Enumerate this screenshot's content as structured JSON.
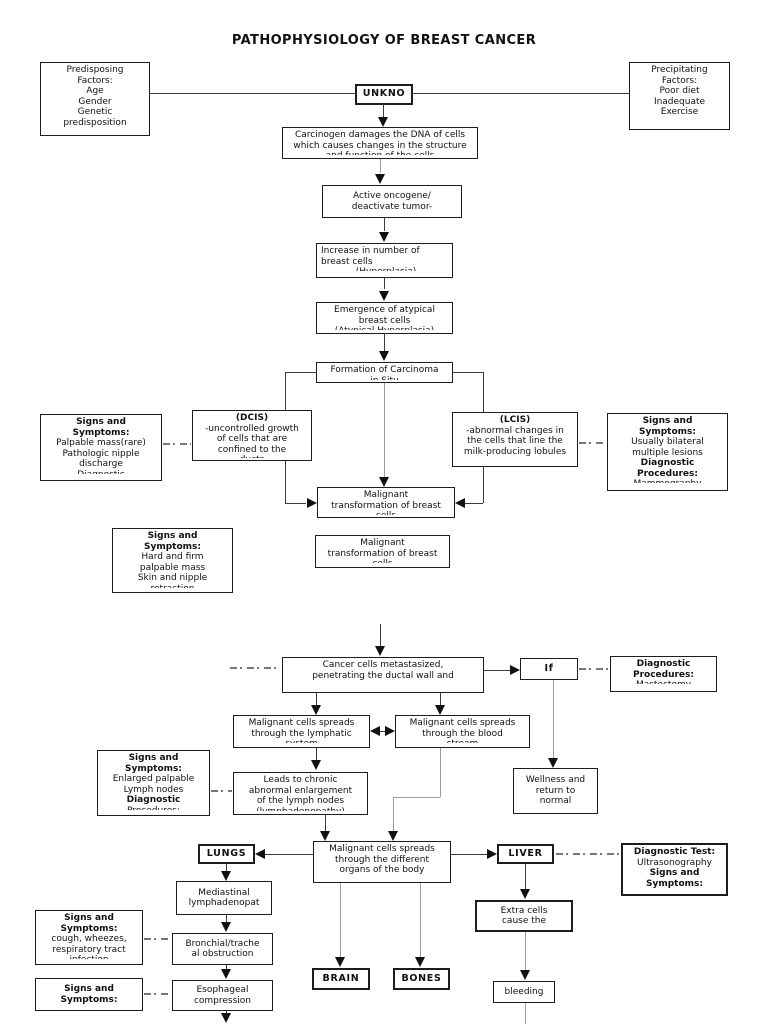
{
  "document": {
    "title": "PATHOPHYSIOLOGY OF BREAST CANCER"
  },
  "nodes": {
    "predisposing": {
      "lines": [
        "Predisposing",
        "Factors:",
        "Age",
        "Gender",
        "Genetic",
        "predisposition"
      ],
      "styles": [
        "bu",
        "bu",
        "",
        "",
        "",
        ""
      ],
      "clip": ""
    },
    "unknown": {
      "lines": [
        "UNKNO"
      ],
      "styles": [
        "b"
      ],
      "clip": ""
    },
    "precipitating": {
      "lines": [
        "Precipitating",
        "Factors:",
        "Poor diet",
        "Inadequate",
        "Exercise"
      ],
      "styles": [
        "bu",
        "bu",
        "",
        "",
        ""
      ],
      "clip": ""
    },
    "carcinogen": {
      "lines": [
        "Carcinogen damages the DNA of cells",
        "which causes changes in the structure"
      ],
      "styles": [
        "",
        ""
      ],
      "clip": "and function of the cells"
    },
    "oncogene": {
      "lines": [
        "Active oncogene/",
        "deactivate tumor-"
      ],
      "styles": [
        "",
        ""
      ],
      "clip": ""
    },
    "increase": {
      "lines": [
        "Increase in number of",
        "breast cells"
      ],
      "styles": [
        "",
        ""
      ],
      "clip": "(Hyperplasia)"
    },
    "emergence": {
      "lines": [
        "Emergence of atypical",
        "breast cells"
      ],
      "styles": [
        "",
        ""
      ],
      "clip": "(Atypical Hyperplasia)"
    },
    "formation": {
      "lines": [
        "Formation of Carcinoma"
      ],
      "styles": [
        ""
      ],
      "clip": "in Situ"
    },
    "dcis": {
      "lines": [
        "(DCIS)",
        "-uncontrolled growth",
        "of cells that are",
        "confined to the"
      ],
      "styles": [
        "b",
        "",
        "",
        ""
      ],
      "clip": "ducts"
    },
    "lcis": {
      "lines": [
        "(LCIS)",
        "-abnormal changes in",
        "the cells that line the",
        "milk-producing lobules"
      ],
      "styles": [
        "b",
        "",
        "",
        ""
      ],
      "clip": ""
    },
    "ss_dcis": {
      "lines": [
        "Signs and",
        "Symptoms:",
        "Palpable mass(rare)",
        "Pathologic nipple",
        "discharge"
      ],
      "styles": [
        "b",
        "b",
        "",
        "",
        ""
      ],
      "clip": "Diagnostic"
    },
    "ss_lcis": {
      "lines": [
        "Signs and",
        "Symptoms:",
        "Usually bilateral",
        "multiple lesions",
        "Diagnostic",
        "Procedures:"
      ],
      "styles": [
        "b",
        "b",
        "",
        "",
        "b",
        "b"
      ],
      "clip": "Mammography"
    },
    "malignant1": {
      "lines": [
        "Malignant",
        "transformation of breast"
      ],
      "styles": [
        "",
        ""
      ],
      "clip": "cells"
    },
    "malignant2": {
      "lines": [
        "Malignant",
        "transformation of breast"
      ],
      "styles": [
        "",
        ""
      ],
      "clip": "cells"
    },
    "ss_hard": {
      "lines": [
        "Signs and",
        "Symptoms:",
        "Hard and firm",
        "palpable mass",
        "Skin and nipple"
      ],
      "styles": [
        "b",
        "b",
        "",
        "",
        ""
      ],
      "clip": "retraction"
    },
    "metastasized": {
      "lines": [
        "Cancer cells metastasized,",
        "penetrating the ductal wall and"
      ],
      "styles": [
        "",
        ""
      ],
      "clip": ""
    },
    "if_box": {
      "lines": [
        "If"
      ],
      "styles": [
        "b"
      ],
      "clip": ""
    },
    "diag_proc": {
      "lines": [
        "Diagnostic",
        "Procedures:"
      ],
      "styles": [
        "b",
        "b"
      ],
      "clip": "Mastectomy"
    },
    "lymphatic": {
      "lines": [
        "Malignant cells spreads",
        "through the lymphatic"
      ],
      "styles": [
        "",
        ""
      ],
      "clip": "system"
    },
    "blood": {
      "lines": [
        "Malignant cells spreads",
        "through the blood"
      ],
      "styles": [
        "",
        ""
      ],
      "clip": "stream"
    },
    "wellness": {
      "lines": [
        "Wellness and",
        "return to",
        "normal"
      ],
      "styles": [
        "",
        "",
        ""
      ],
      "clip": ""
    },
    "ss_enlarged": {
      "lines": [
        "Signs and",
        "Symptoms:",
        "Enlarged palpable",
        "Lymph nodes",
        "Diagnostic"
      ],
      "styles": [
        "b",
        "b",
        "",
        "",
        "b"
      ],
      "clip": "Procedures:"
    },
    "leads": {
      "lines": [
        "Leads to chronic",
        "abnormal enlargement",
        "of the lymph nodes"
      ],
      "styles": [
        "",
        "",
        ""
      ],
      "clip": "(lymphadenopathy)"
    },
    "organs": {
      "lines": [
        "Malignant cells spreads",
        "through the different",
        "organs of the body"
      ],
      "styles": [
        "",
        "",
        ""
      ],
      "clip": ""
    },
    "lungs": {
      "lines": [
        "LUNGS"
      ],
      "styles": [
        "b"
      ],
      "clip": ""
    },
    "liver": {
      "lines": [
        "LIVER"
      ],
      "styles": [
        "b"
      ],
      "clip": ""
    },
    "diag_test": {
      "lines": [
        "Diagnostic Test:",
        "Ultrasonography",
        "Signs and",
        "Symptoms:"
      ],
      "styles": [
        "b",
        "",
        "b",
        "b"
      ],
      "clip": ""
    },
    "mediastinal": {
      "lines": [
        "Mediastinal",
        "lymphadenopat"
      ],
      "styles": [
        "",
        ""
      ],
      "clip": ""
    },
    "extra": {
      "lines": [
        "Extra cells",
        "cause the"
      ],
      "styles": [
        "",
        ""
      ],
      "clip": ""
    },
    "bronchial": {
      "lines": [
        "Bronchial/trache",
        "al obstruction"
      ],
      "styles": [
        "",
        ""
      ],
      "clip": ""
    },
    "ss_cough": {
      "lines": [
        "Signs and",
        "Symptoms:",
        "cough, wheezes,",
        "respiratory tract"
      ],
      "styles": [
        "b",
        "b",
        "",
        ""
      ],
      "clip": "infection"
    },
    "esophageal": {
      "lines": [
        "Esophageal",
        "compression"
      ],
      "styles": [
        "",
        ""
      ],
      "clip": ""
    },
    "ss_bottom": {
      "lines": [
        "Signs and",
        "Symptoms:"
      ],
      "styles": [
        "b",
        "b"
      ],
      "clip": ""
    },
    "brain": {
      "lines": [
        "BRAIN"
      ],
      "styles": [
        "b"
      ],
      "clip": ""
    },
    "bones": {
      "lines": [
        "BONES"
      ],
      "styles": [
        "b"
      ],
      "clip": ""
    },
    "bleeding": {
      "lines": [
        "bleeding"
      ],
      "styles": [
        ""
      ],
      "clip": ""
    }
  }
}
